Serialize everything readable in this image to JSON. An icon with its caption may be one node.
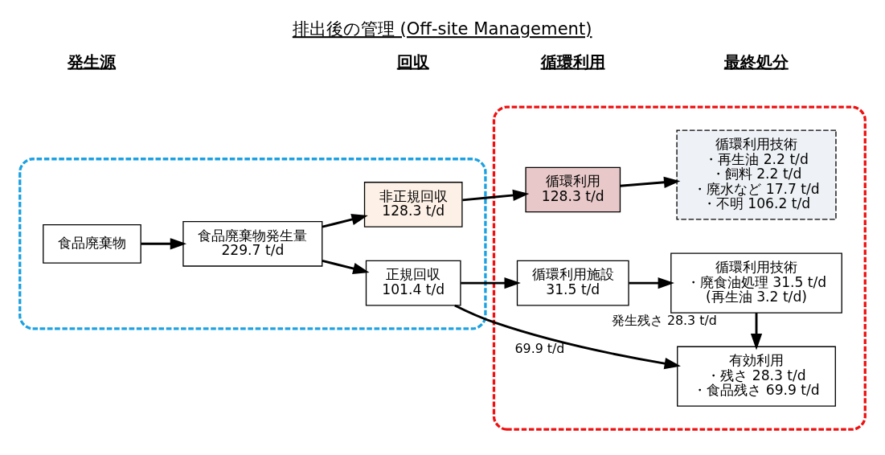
{
  "diagram": {
    "title": "排出後の管理 (Off-site Management)",
    "nodes": [
      {
        "text": [],
        "shape": "box"
      },
      {
        "text": [
          "食品廃棄物"
        ],
        "in": 0
      },
      {
        "text": [
          "食品廃棄物発生量",
          "229.7 t/d"
        ],
        "in": 0
      },
      {
        "text": [
          "非正規回収",
          "128.3 t/d"
        ],
        "in": 0
      },
      {
        "text": [
          "正規回収",
          "101.4 t/d"
        ],
        "in": 0
      },
      {
        "text": [],
        "shape": "box"
      },
      {
        "text": [
          "循環利用",
          "128.3 t/d"
        ],
        "in": 5
      },
      {
        "text": [
          "循環利用施設",
          "31.5 t/d"
        ],
        "in": 5
      },
      {
        "text": [
          "循環利用技術",
          "・再生油 2.2 t/d",
          "・飼料 2.2 t/d",
          "・廃水など 17.7 t/d",
          "・不明 106.2 t/d"
        ],
        "in": 5
      },
      {
        "text": [
          "循環利用技術",
          "・廃食油処理 31.5 t/d",
          "(再生油 3.2 t/d)"
        ],
        "in": 5
      },
      {
        "text": [
          "有効利用",
          "・残さ 28.3 t/d",
          "・食品残さ 69.9 t/d"
        ],
        "in": 5
      }
    ],
    "edges": [
      {
        "from": 1,
        "to": 2,
        "arrow": "to"
      },
      {
        "from": 2,
        "to": 3,
        "arrow": "to"
      },
      {
        "from": 2,
        "to": 4,
        "arrow": "to"
      },
      {
        "from": 3,
        "to": 6,
        "arrow": "to"
      },
      {
        "from": 4,
        "to": 7,
        "arrow": "to"
      },
      {
        "from": 4,
        "to": 10,
        "arrow": "to",
        "label": "69.9 t/d"
      },
      {
        "from": 6,
        "to": 8,
        "arrow": "to"
      },
      {
        "from": 7,
        "to": 9,
        "arrow": "to"
      },
      {
        "from": 9,
        "to": 10,
        "arrow": "to",
        "label": "発生残さ 28.3 t/d"
      }
    ],
    "labels": [
      "発生源",
      "回収",
      "循環利用",
      "最終処分"
    ]
  }
}
